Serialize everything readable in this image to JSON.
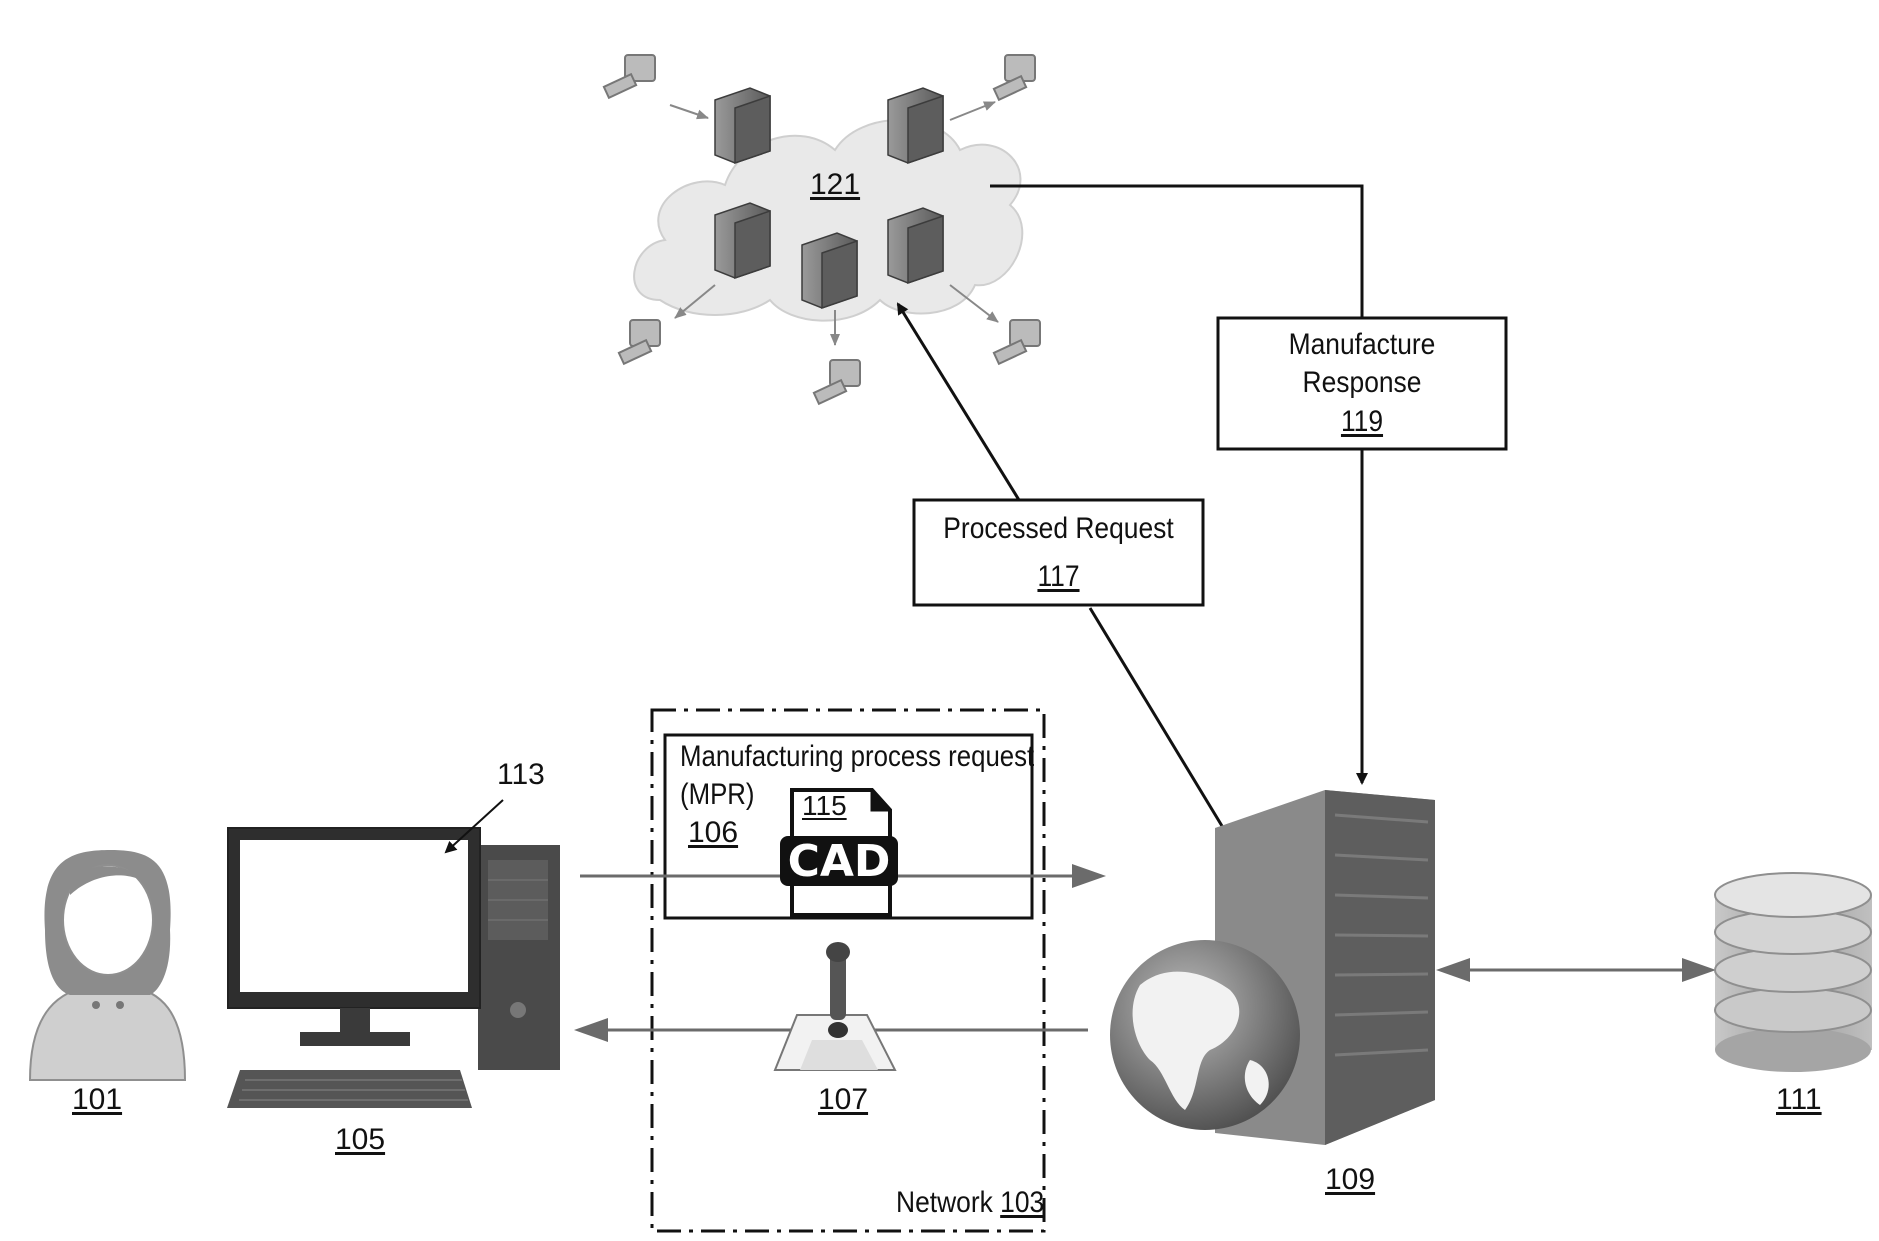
{
  "labels": {
    "user": "101",
    "network": "Network 103",
    "network_word": "Network",
    "network_ref": "103",
    "computer": "105",
    "mpr_ref": "106",
    "response_item": "107",
    "server": "109",
    "database": "111",
    "screen": "113",
    "cad_ref": "115",
    "processed_ref": "117",
    "manufacture_ref": "119",
    "cloud": "121"
  },
  "boxes": {
    "mpr_title": "Manufacturing process request",
    "mpr_abbr": "(MPR)",
    "cad_text": "CAD",
    "processed_request": "Processed Request",
    "manufacture_response_line1": "Manufacture",
    "manufacture_response_line2": "Response"
  },
  "colors": {
    "line": "#111111",
    "gray_arrow": "#6b6b6b",
    "device_dark": "#4a4a4a",
    "device_mid": "#8a8a8a",
    "cloud_fill": "#e9e9e9"
  }
}
